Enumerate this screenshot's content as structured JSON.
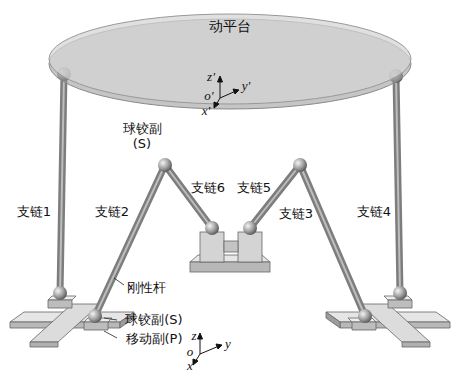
{
  "diagram": {
    "nodes": [
      {
        "text": [
          "动平台"
        ]
      }
    ],
    "labels": [
      "z'",
      "y'",
      "o'",
      "x'",
      "球铰副 (S)",
      "支链6",
      "支链5",
      "支链1",
      "支链2",
      "支链3",
      "支链4",
      "刚性杆",
      "z",
      "y",
      "o",
      "x",
      "球铰副(S)",
      "移动副(P)"
    ]
  }
}
